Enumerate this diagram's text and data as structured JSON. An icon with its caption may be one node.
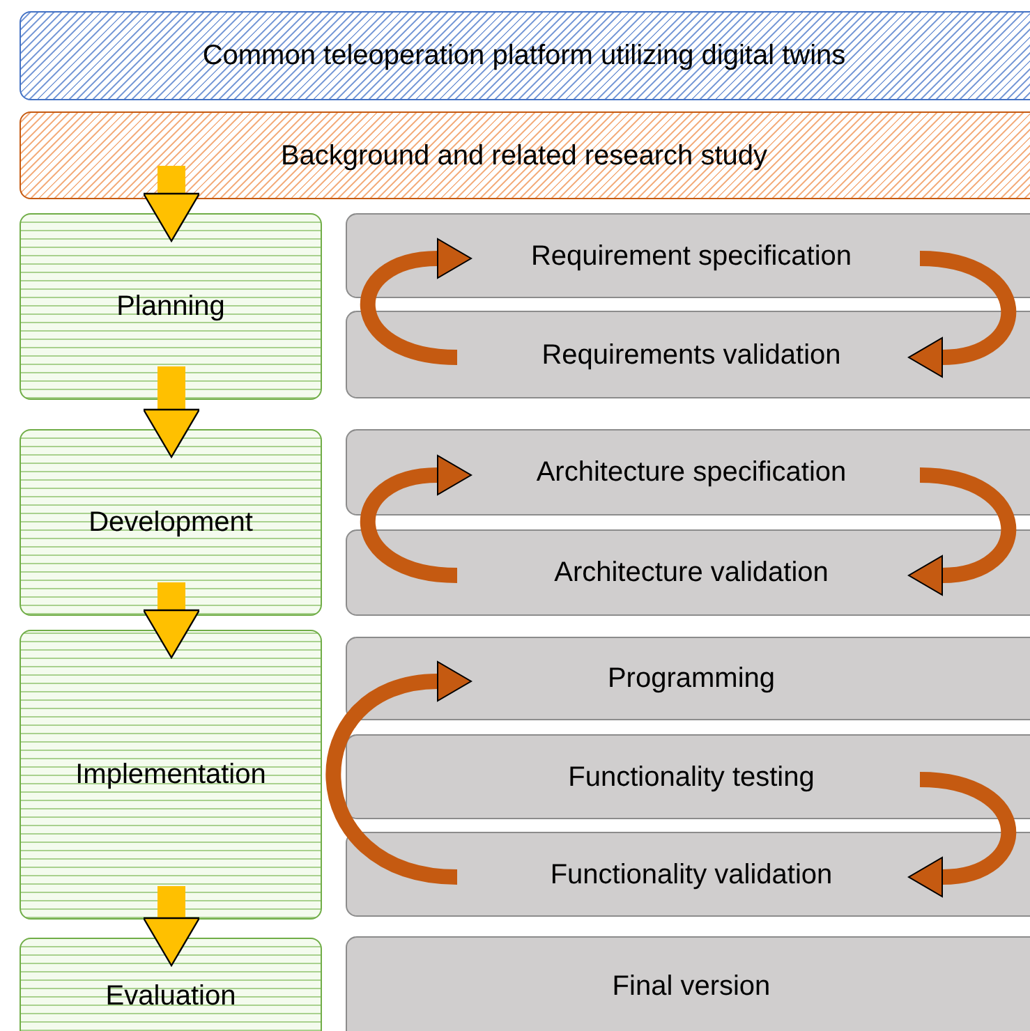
{
  "diagram": {
    "nodes": [
      {
        "text": [
          "Common teleoperation platform utilizing digital twins"
        ]
      },
      {
        "text": [
          "Background and related research study"
        ]
      },
      {
        "text": [
          "Planning"
        ]
      },
      {
        "text": [
          "Development"
        ]
      },
      {
        "text": [
          "Implementation"
        ]
      },
      {
        "text": [
          "Evaluation"
        ]
      },
      {
        "text": [
          "Requirement specification"
        ]
      },
      {
        "text": [
          "Requirements validation"
        ]
      },
      {
        "text": [
          "Architecture specification"
        ]
      },
      {
        "text": [
          "Architecture validation"
        ]
      },
      {
        "text": [
          "Programming"
        ]
      },
      {
        "text": [
          "Functionality testing"
        ]
      },
      {
        "text": [
          "Functionality validation"
        ]
      },
      {
        "text": [
          "Final version"
        ]
      }
    ],
    "edges": [
      {
        "from": 1,
        "to": 2,
        "arrow": "to",
        "style": "thick",
        "color": "#ffc000"
      },
      {
        "from": 2,
        "to": 3,
        "arrow": "to",
        "style": "thick",
        "color": "#ffc000"
      },
      {
        "from": 3,
        "to": 4,
        "arrow": "to",
        "style": "thick",
        "color": "#ffc000"
      },
      {
        "from": 4,
        "to": 5,
        "arrow": "to",
        "style": "thick",
        "color": "#ffc000"
      },
      {
        "from": 7,
        "to": 6,
        "arrow": "to"
      },
      {
        "from": 6,
        "to": 7,
        "arrow": "to"
      },
      {
        "from": 9,
        "to": 8,
        "arrow": "to"
      },
      {
        "from": 8,
        "to": 9,
        "arrow": "to"
      },
      {
        "from": 12,
        "to": 10,
        "arrow": "to"
      },
      {
        "from": 11,
        "to": 12,
        "arrow": "to"
      }
    ]
  }
}
